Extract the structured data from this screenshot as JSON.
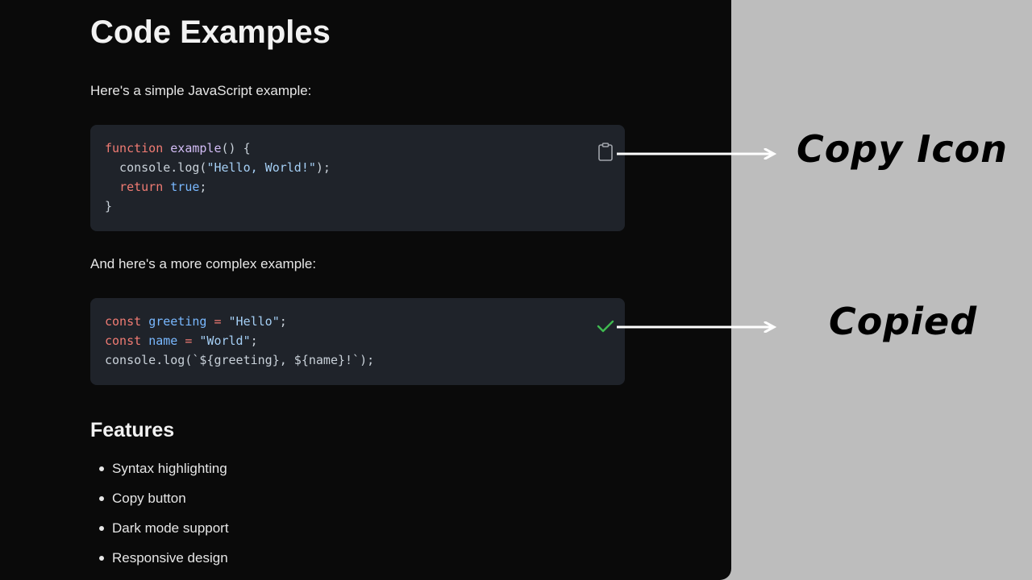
{
  "page": {
    "title": "Code Examples",
    "intro": "Here's a simple JavaScript example:",
    "intro2": "And here's a more complex example:",
    "features_heading": "Features",
    "features": [
      "Syntax highlighting",
      "Copy button",
      "Dark mode support",
      "Responsive design"
    ]
  },
  "code_blocks": [
    {
      "lines": [
        [
          {
            "t": "function",
            "c": "kw"
          },
          {
            "t": " "
          },
          {
            "t": "example",
            "c": "fn"
          },
          {
            "t": "() {"
          }
        ],
        [
          {
            "t": "  console.log("
          },
          {
            "t": "\"Hello, World!\"",
            "c": "str"
          },
          {
            "t": ");"
          }
        ],
        [
          {
            "t": "  "
          },
          {
            "t": "return",
            "c": "kw"
          },
          {
            "t": " "
          },
          {
            "t": "true",
            "c": "bl"
          },
          {
            "t": ";"
          }
        ],
        [
          {
            "t": "}"
          }
        ]
      ],
      "button_icon": "clipboard-icon"
    },
    {
      "lines": [
        [
          {
            "t": "const",
            "c": "kw"
          },
          {
            "t": " "
          },
          {
            "t": "greeting",
            "c": "bl"
          },
          {
            "t": " "
          },
          {
            "t": "=",
            "c": "kw"
          },
          {
            "t": " "
          },
          {
            "t": "\"Hello\"",
            "c": "str"
          },
          {
            "t": ";"
          }
        ],
        [
          {
            "t": "const",
            "c": "kw"
          },
          {
            "t": " "
          },
          {
            "t": "name",
            "c": "bl"
          },
          {
            "t": " "
          },
          {
            "t": "=",
            "c": "kw"
          },
          {
            "t": " "
          },
          {
            "t": "\"World\"",
            "c": "str"
          },
          {
            "t": ";"
          }
        ],
        [
          {
            "t": "console.log(`${greeting}, ${name}!`);"
          }
        ]
      ],
      "button_icon": "check-icon"
    }
  ],
  "annotations": {
    "copy": "Copy Icon",
    "copied": "Copied"
  },
  "colors": {
    "panel": "#0a0a0a",
    "code_bg": "#1f232a",
    "check": "#3fb950",
    "backdrop": "#bdbdbd"
  }
}
